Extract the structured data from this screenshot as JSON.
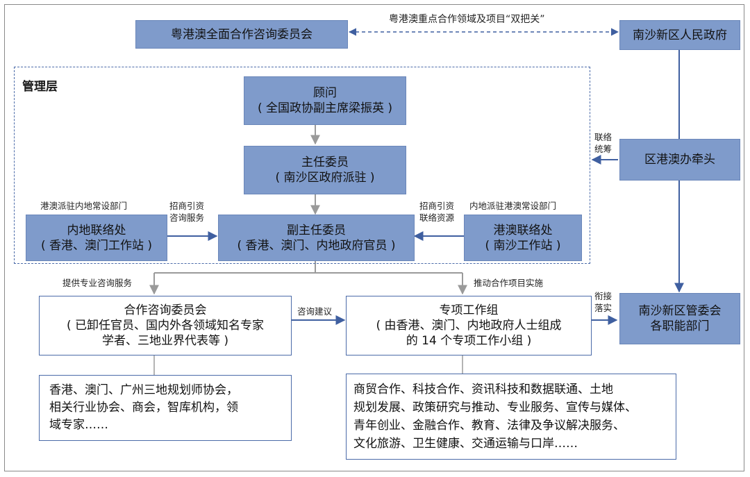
{
  "title_box": "粤港澳全面合作咨询委员会",
  "gov_box": "南沙新区人民政府",
  "top_link_label": "粤港澳重点合作领域及项目“双把关”",
  "management_title": "管理层",
  "advisor": {
    "line1": "顾问",
    "line2": "( 全国政协副主席梁振英 )"
  },
  "director": {
    "line1": "主任委员",
    "line2": "( 南沙区政府派驻 )"
  },
  "deputy": {
    "line1": "副主任委员",
    "line2": "( 香港、澳门、内地政府官员 )"
  },
  "mainland_office": {
    "caption": "港澳派驻内地常设部门",
    "line1": "内地联络处",
    "line2": "( 香港、澳门工作站 )"
  },
  "hkmo_office": {
    "caption": "内地派驻港澳常设部门",
    "line1": "港澳联络处",
    "line2": "( 南沙工作站 )"
  },
  "left_arrow_label": {
    "line1": "招商引资",
    "line2": "咨询服务"
  },
  "right_arrow_label": {
    "line1": "招商引资",
    "line2": "联络资源"
  },
  "hk_office_lead": "区港澳办牵头",
  "coord_label": {
    "line1": "联络",
    "line2": "统筹"
  },
  "admin_committee": {
    "line1": "南沙新区管委会",
    "line2": "各职能部门"
  },
  "implement_label": {
    "line1": "衔接",
    "line2": "落实"
  },
  "consult_service_label": "提供专业咨询服务",
  "promote_label": "推动合作项目实施",
  "advice_label": "咨询建议",
  "consult_committee": {
    "line1": "合作咨询委员会",
    "line2": "( 已卸任官员、国内外各领域知名专家",
    "line3": "学者、三地业界代表等 )"
  },
  "task_group": {
    "line1": "专项工作组",
    "line2": "( 由香港、澳门、内地政府人士组成",
    "line3": "的 14 个专项工作小组 )"
  },
  "consult_members": {
    "line1": "香港、澳门、广州三地规划师协会，",
    "line2": "相关行业协会、商会，智库机构，领",
    "line3": "域专家……"
  },
  "task_fields": {
    "line1": "商贸合作、科技合作、资讯科技和数据联通、土地",
    "line2": "规划发展、政策研究与推动、专业服务、宣传与媒体、",
    "line3": "青年创业、金融合作、教育、法律及争议解决服务、",
    "line4": "文化旅游、卫生健康、交通运输与口岸……"
  },
  "colors": {
    "box_fill": "#7f9bcb",
    "blue_line": "#3f5fa0",
    "gray_arrow": "#9a9a9a"
  }
}
